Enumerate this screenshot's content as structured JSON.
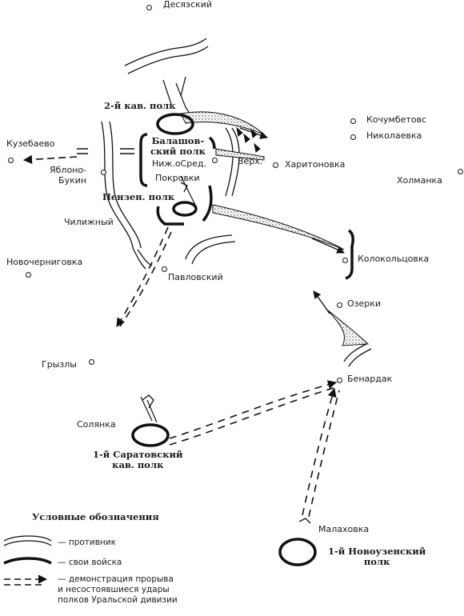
{
  "places": {
    "desyatsky": "Десяэский",
    "kuzebaevo": "Кузебаево",
    "yablono_bukin": "Яблоно-\nБукин",
    "chilizhny": "Чилижный",
    "novocherngovka": "Новочерниговка",
    "pavlovsky": "Павловский",
    "gryzly": "Грызлы",
    "solyanka": "Солянка",
    "malakhovka": "Малаховка",
    "benardak": "Бенардак",
    "ozerki": "Озерки",
    "kolokoltsovka": "Колокольцовка",
    "kharitonovka": "Харитоновка",
    "kholmanka": "Холманка",
    "kochumbetovo": "Кочумбетовс",
    "nikolaevka": "Николаевка",
    "pokrovki": "Покровки",
    "verkh": "Верх.",
    "nizh_sred": "Ниж.оСред."
  },
  "units": {
    "cav2": "2-й кав. полк",
    "balashov": "Балашов-\nский полк",
    "penza": "Пензен. полк",
    "saratov": "1-й Саратовский\nкав. полк",
    "novouzensk": "1-й Новоузенский\nполк"
  },
  "legend": {
    "title": "Условные обозначения",
    "enemy": "— противник",
    "own": "— свои войска",
    "demo": "— демонстрация прорыва\nи несостоявшиеся удары\nполков Уральской дивизии"
  }
}
